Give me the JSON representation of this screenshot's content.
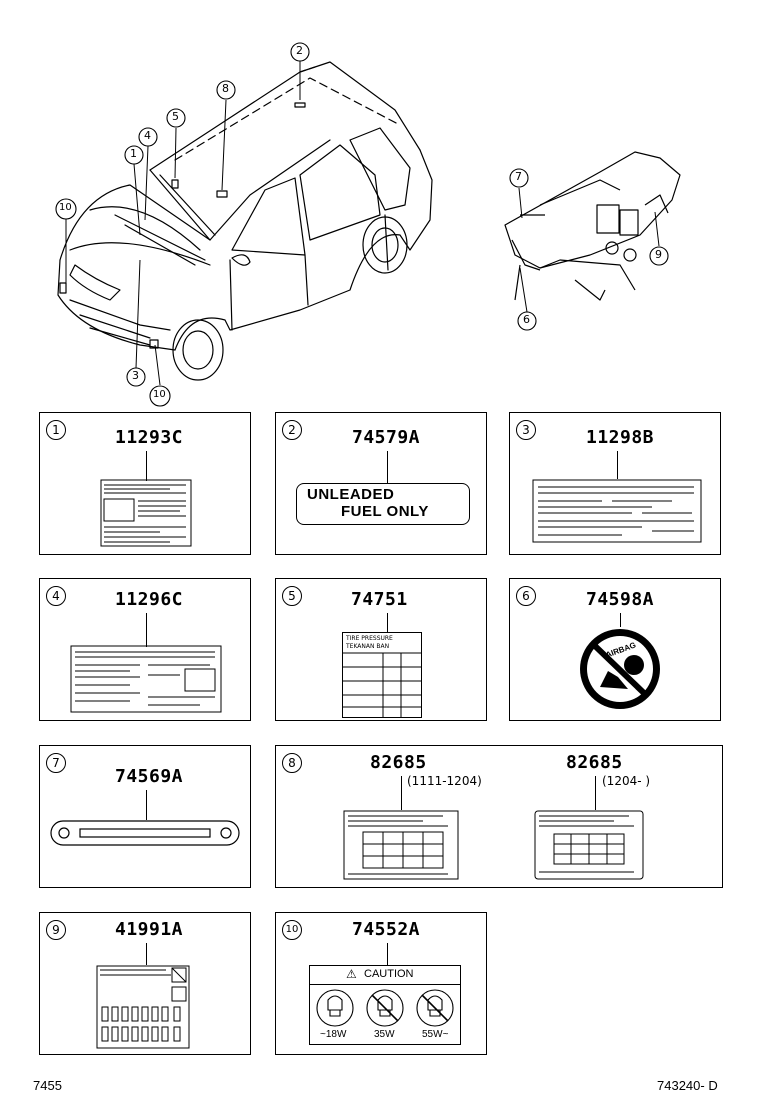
{
  "callouts": [
    "1",
    "2",
    "3",
    "4",
    "5",
    "6",
    "7",
    "8",
    "9",
    "10"
  ],
  "panels": [
    {
      "num": "1",
      "part": "11293C"
    },
    {
      "num": "2",
      "part": "74579A",
      "label_line1": "UNLEADED",
      "label_line2": "FUEL ONLY"
    },
    {
      "num": "3",
      "part": "11298B"
    },
    {
      "num": "4",
      "part": "11296C"
    },
    {
      "num": "5",
      "part": "74751",
      "label_line1": "TIRE PRESSURE",
      "label_line2": "TEKANAN BAN"
    },
    {
      "num": "6",
      "part": "74598A",
      "label_text": "AIRBAG"
    },
    {
      "num": "7",
      "part": "74569A"
    },
    {
      "num": "8",
      "part_a": "82685",
      "range_a": "(1111-1204)",
      "part_b": "82685",
      "range_b": "(1204-      )"
    },
    {
      "num": "9",
      "part": "41991A"
    },
    {
      "num": "10",
      "part": "74552A",
      "caution": "CAUTION",
      "watts": [
        "18W",
        "35W",
        "55W"
      ]
    }
  ],
  "footer": {
    "left": "7455",
    "right": "743240- D"
  }
}
